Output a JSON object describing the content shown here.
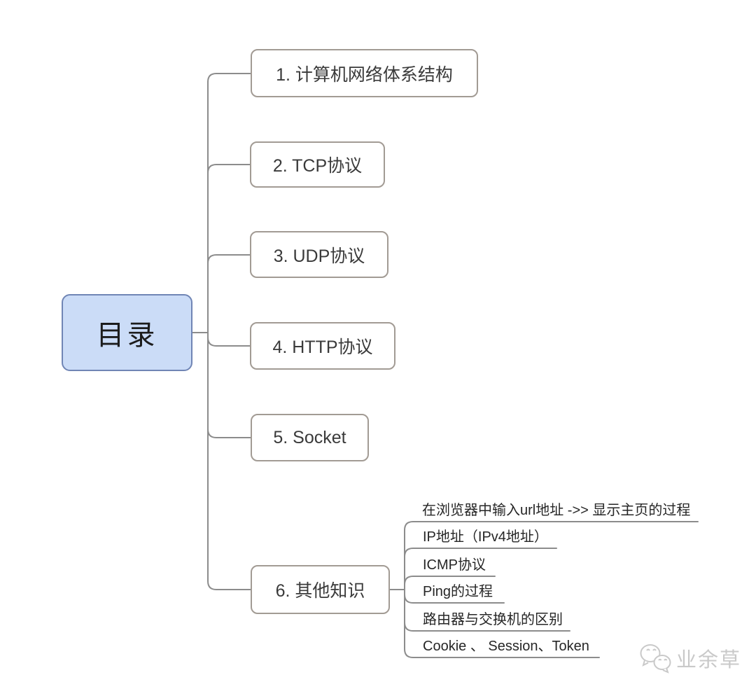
{
  "diagram_type": "mindmap",
  "root": {
    "label": "目录"
  },
  "children": [
    {
      "label": "1. 计算机网络体系结构"
    },
    {
      "label": "2. TCP协议"
    },
    {
      "label": "3. UDP协议"
    },
    {
      "label": "4. HTTP协议"
    },
    {
      "label": "5. Socket"
    },
    {
      "label": "6. 其他知识",
      "subtopics": [
        "在浏览器中输入url地址 ->> 显示主页的过程",
        "IP地址（IPv4地址）",
        "ICMP协议",
        "Ping的过程",
        "路由器与交换机的区别",
        "Cookie 、 Session、Token"
      ]
    }
  ],
  "watermark": {
    "label": "业余草",
    "icon": "wechat-icon"
  },
  "colors": {
    "root_fill": "#CBDCF7",
    "root_border": "#7085B5",
    "box_border": "#A29B94",
    "line": "#8C8C8C",
    "text": "#3A3A3A",
    "subtext": "#262626",
    "watermark": "#C9C9C9"
  }
}
